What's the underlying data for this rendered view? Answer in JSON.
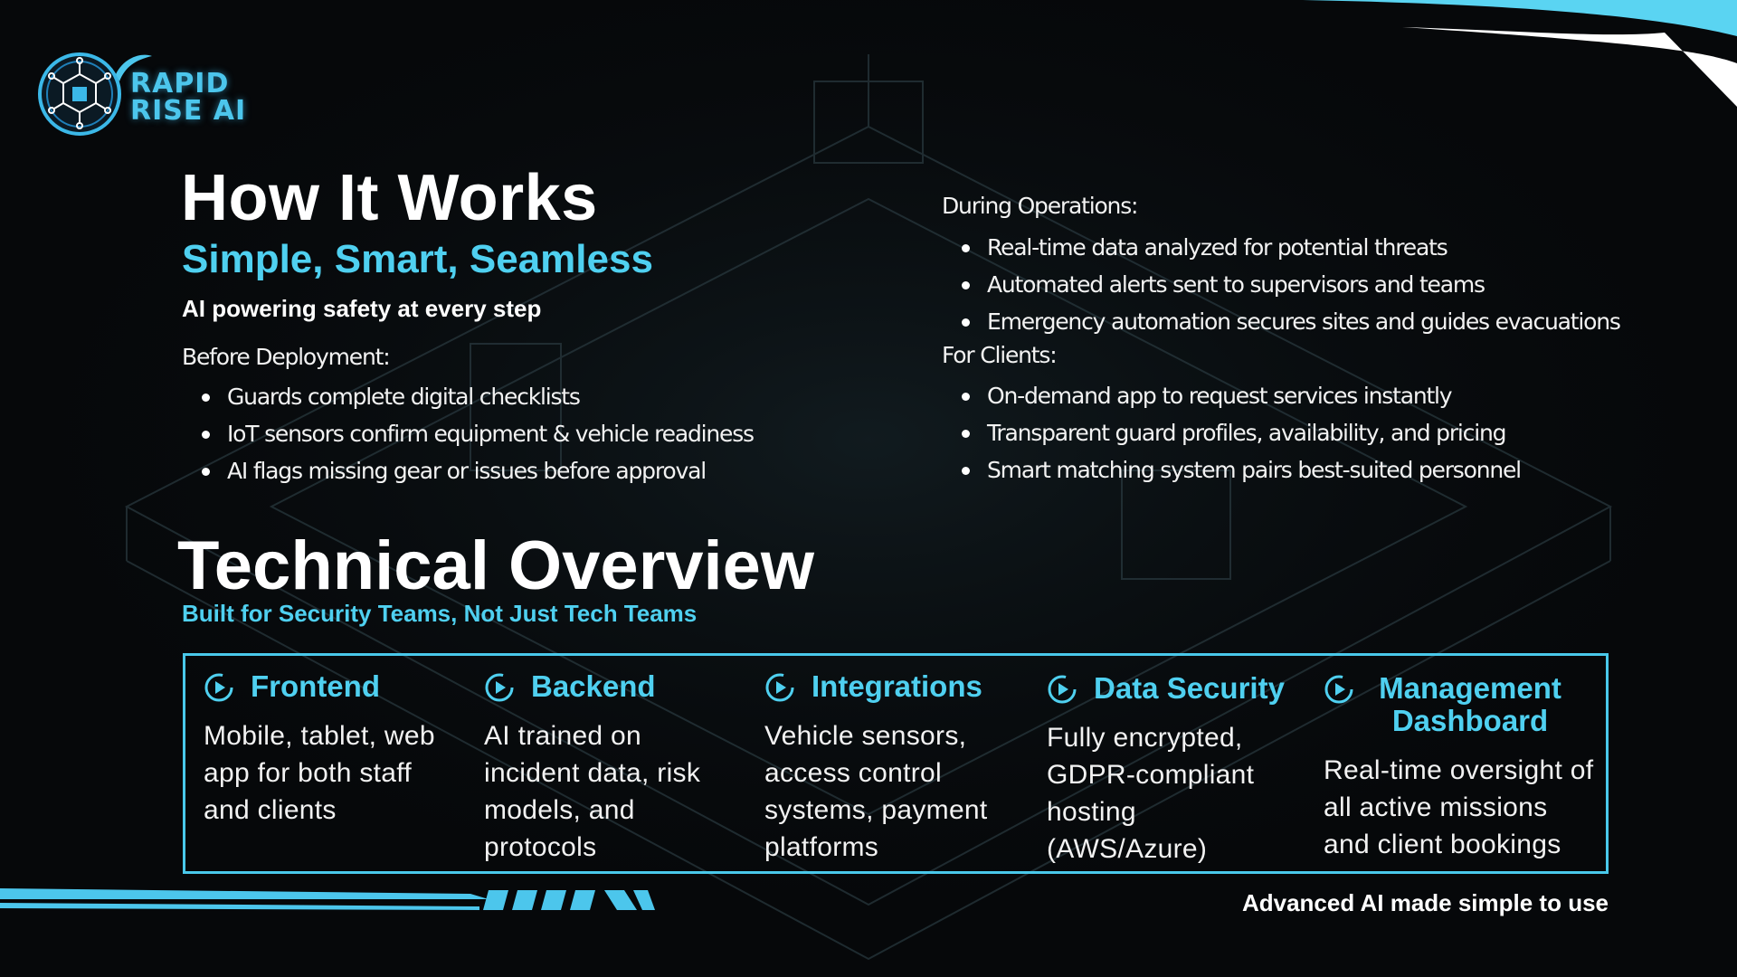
{
  "brand": {
    "name_line1": "RAPID",
    "name_line2": "RISE AI"
  },
  "how_it_works": {
    "title": "How It Works",
    "subtitle": "Simple, Smart, Seamless",
    "tagline": "AI powering safety at every step",
    "before_deployment": {
      "label": "Before Deployment:",
      "items": [
        "Guards complete digital checklists",
        "IoT sensors confirm equipment & vehicle readiness",
        "AI flags missing gear or issues before approval"
      ]
    },
    "during_operations": {
      "label": "During Operations:",
      "items": [
        "Real-time data analyzed for potential threats",
        "Automated alerts sent to supervisors and teams",
        "Emergency automation secures sites and guides evacuations"
      ]
    },
    "for_clients": {
      "label": "For Clients:",
      "items": [
        "On-demand app to request services instantly",
        "Transparent guard profiles, availability, and pricing",
        "Smart matching system pairs best-suited personnel"
      ]
    }
  },
  "technical_overview": {
    "title": "Technical Overview",
    "subtitle": "Built for Security Teams, Not Just Tech Teams",
    "columns": [
      {
        "title": "Frontend",
        "body": "Mobile, tablet, web app for both staff and clients"
      },
      {
        "title": "Backend",
        "body": "AI trained on incident data, risk models, and protocols"
      },
      {
        "title": "Integrations",
        "body": "Vehicle sensors, access control systems, payment platforms"
      },
      {
        "title": "Data Security",
        "body": "Fully encrypted, GDPR-compliant hosting (AWS/Azure)"
      },
      {
        "title": "Management Dashboard",
        "body": "Real-time oversight of all active missions and client bookings"
      }
    ]
  },
  "footer": {
    "text": "Advanced AI made simple to use"
  },
  "colors": {
    "accent": "#4fd0f0",
    "background": "#06080a",
    "text": "#ffffff"
  },
  "icons": {
    "column_icon": "play-circle-icon",
    "logo_icon": "circuit-brain-icon"
  }
}
